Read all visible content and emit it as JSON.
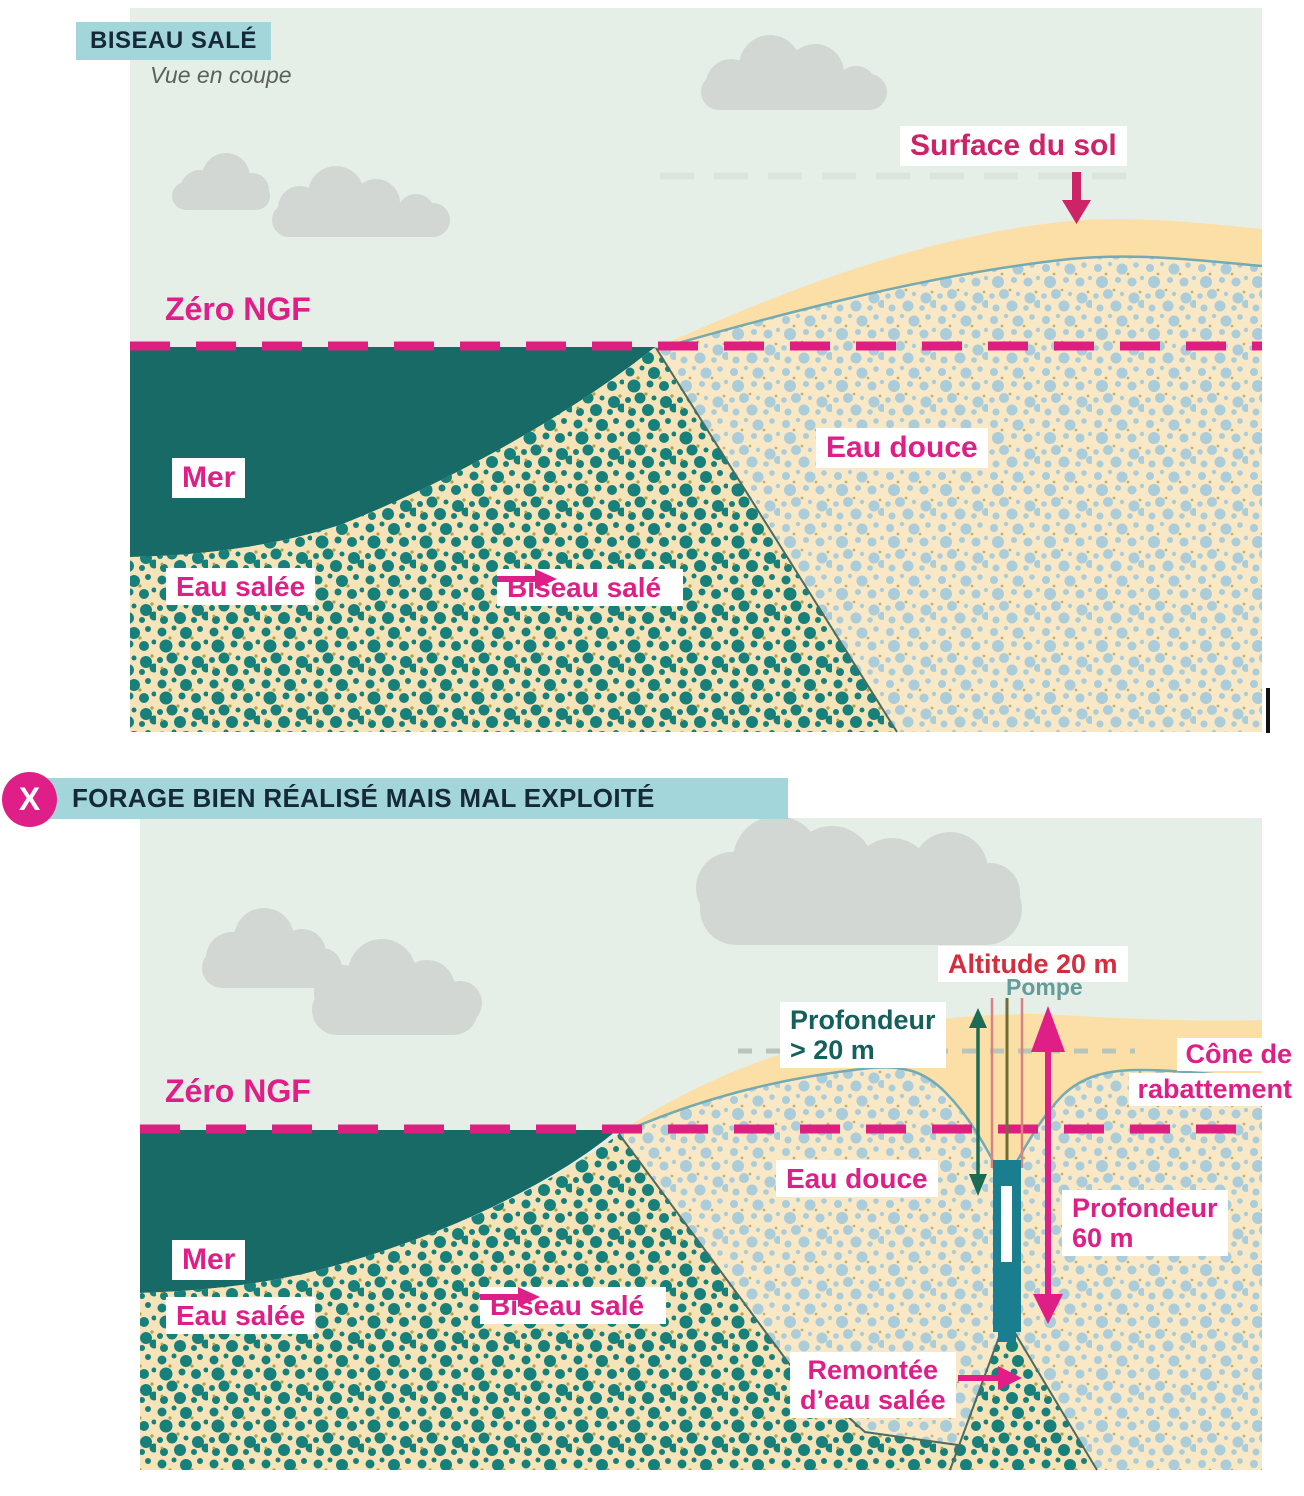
{
  "colors": {
    "sky": "#e6eee8",
    "sea": "#176a66",
    "sand_surface": "#fbdfa6",
    "sand_aquifer_fresh": "#f8e8c6",
    "sand_aquifer_salt": "#f5e3ba",
    "dot_teal": "#17807a",
    "dot_blue": "#abccd9",
    "ngf_dash_pink": "#de1f80",
    "label_pink": "#df1f87",
    "label_crimson": "#cc2467",
    "label_red": "#d42e3e",
    "label_dark_teal": "#15605c",
    "pompe_teal": "#649c9a",
    "header_band": "#a3d6da",
    "header_text": "#15293b",
    "cloud_gray": "#d3d7d3",
    "well_tube": "#1a7e8f",
    "green_arrow": "#1c6b55"
  },
  "section1": {
    "header": "BISEAU SALÉ",
    "subtitle": "Vue en coupe",
    "labels": {
      "zero_ngf": "Zéro NGF",
      "mer": "Mer",
      "eau_salee": "Eau salée",
      "biseau_sale": "Biseau salé",
      "eau_douce": "Eau douce",
      "surface_du_sol": "Surface du sol"
    }
  },
  "section2": {
    "badge_x": "X",
    "header": "FORAGE BIEN RÉALISÉ MAIS MAL EXPLOITÉ",
    "labels": {
      "zero_ngf": "Zéro NGF",
      "mer": "Mer",
      "eau_salee": "Eau salée",
      "biseau_sale": "Biseau salé",
      "eau_douce": "Eau douce",
      "altitude": "Altitude 20 m",
      "pompe": "Pompe",
      "profondeur20_l1": "Profondeur",
      "profondeur20_l2": "> 20 m",
      "cone_l1": "Cône de",
      "cone_l2": "rabattement",
      "profondeur60_l1": "Profondeur",
      "profondeur60_l2": "60 m",
      "remontee_l1": "Remontée",
      "remontee_l2": "d’eau salée"
    }
  }
}
